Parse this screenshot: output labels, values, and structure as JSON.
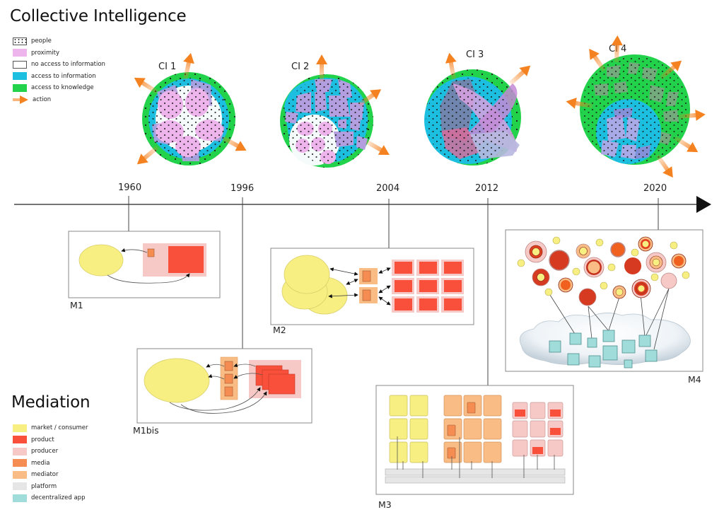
{
  "titles": {
    "collective_intelligence": "Collective Intelligence",
    "mediation": "Mediation"
  },
  "ci_legend": [
    {
      "label": "people",
      "swatch": "dots",
      "color": "#ffffff"
    },
    {
      "label": "proximity",
      "swatch": "fill",
      "color": "#eeb4ec"
    },
    {
      "label": "no access to information",
      "swatch": "outline",
      "color": "#ffffff"
    },
    {
      "label": "access to information",
      "swatch": "fill",
      "color": "#1cbfe0"
    },
    {
      "label": "access to knowledge",
      "swatch": "fill",
      "color": "#22d24a"
    },
    {
      "label": "action",
      "swatch": "arrow",
      "color": "#f58220"
    }
  ],
  "ci_stages": [
    {
      "label": "CI 1"
    },
    {
      "label": "CI 2"
    },
    {
      "label": "CI 3"
    },
    {
      "label": "CI 4"
    }
  ],
  "timeline": {
    "years": [
      "1960",
      "1996",
      "2004",
      "2012",
      "2020"
    ]
  },
  "mediation_models": [
    {
      "label": "M1",
      "year": "1960"
    },
    {
      "label": "M1bis",
      "year": "1996"
    },
    {
      "label": "M2",
      "year": "2004"
    },
    {
      "label": "M3",
      "year": "2012"
    },
    {
      "label": "M4",
      "year": "2020"
    }
  ],
  "mediation_legend": [
    {
      "label": "market / consumer",
      "color": "#f7ef82"
    },
    {
      "label": "product",
      "color": "#f8503a"
    },
    {
      "label": "producer",
      "color": "#f6c9c6"
    },
    {
      "label": "media",
      "color": "#f58c52"
    },
    {
      "label": "mediator",
      "color": "#f9bc84"
    },
    {
      "label": "platform",
      "color": "#e6e6e6"
    },
    {
      "label": "decentralized app",
      "color": "#9fdcda"
    }
  ],
  "colors": {
    "people_dot": "#1a1a1a",
    "proximity": "#eeb4ec",
    "no_access": "#f4fbfa",
    "information": "#1cbfe0",
    "knowledge": "#22d24a",
    "action": "#f58220",
    "group_purple": "#b39ee0",
    "market": "#f7ef82",
    "product": "#f8503a",
    "producer": "#f6c9c6",
    "media": "#f58c52",
    "mediator": "#f9bc84",
    "platform": "#e6e6e6",
    "dapp": "#9fdcda",
    "timeline": "#222222"
  }
}
